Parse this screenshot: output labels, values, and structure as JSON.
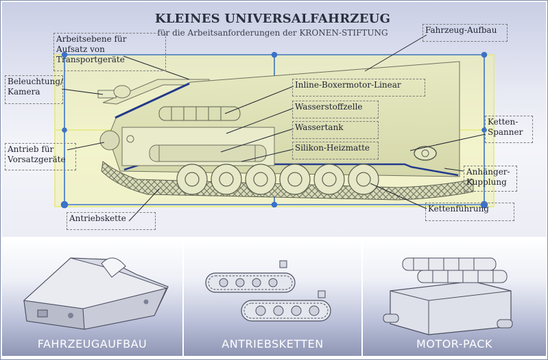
{
  "header": {
    "title": "KLEINES UNIVERSALFAHRZEUG",
    "subtitle": "für die Arbeitsanforderungen der KRONEN-STIFTUNG"
  },
  "labels": {
    "arbeitsebene": "Arbeitsebene für\nAufsatz von\nTransportgeräte",
    "beleuchtung": "Beleuchtung/\nKamera",
    "antrieb": "Antrieb für\nVorsatzgeräte",
    "antriebskette": "Antriebskette",
    "fahrzeug_aufbau": "Fahrzeug-Aufbau",
    "boxermotor": "Inline-Boxermotor-Linear",
    "wasserstoffzelle": "Wasserstoffzelle",
    "wassertank": "Wassertank",
    "heizmatte": "Silikon-Heizmatte",
    "kettenspanner": "Ketten-\nSpanner",
    "anhaenger": "Anhänger-\nKupplung",
    "kettenfuehrung": "Kettenführung"
  },
  "panels": [
    {
      "title": "FAHRZEUGAUFBAU"
    },
    {
      "title": "ANTRIEBSKETTEN"
    },
    {
      "title": "MOTOR-PACK"
    }
  ],
  "colors": {
    "highlight": "#f0f2a4",
    "accent_blue": "#3a72c8",
    "dark_blue": "#233a8c",
    "frame": "#7d8aa8"
  }
}
